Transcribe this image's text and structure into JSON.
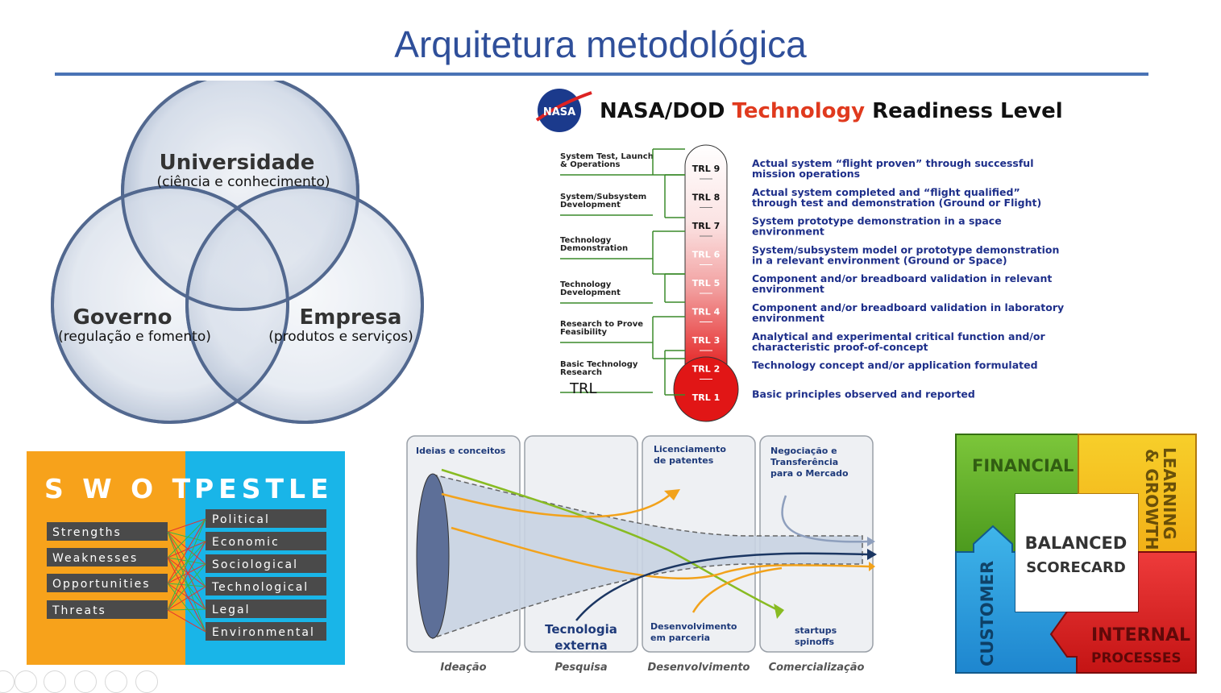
{
  "slide": {
    "title": "Arquitetura metodológica"
  },
  "venn": {
    "circles": [
      {
        "name": "Universidade",
        "sub": "(ciência e conhecimento)"
      },
      {
        "name": "Governo",
        "sub": "(regulação e fomento)"
      },
      {
        "name": "Empresa",
        "sub": "(produtos e serviços)"
      }
    ]
  },
  "trl": {
    "logo_text": "NASA",
    "heading": {
      "part1": "NASA/DOD ",
      "part2": "Technology",
      "part3": " Readiness Level"
    },
    "levels": [
      "TRL 9",
      "TRL 8",
      "TRL 7",
      "TRL 6",
      "TRL 5",
      "TRL 4",
      "TRL 3",
      "TRL 2",
      "TRL 1"
    ],
    "descriptions": [
      [
        "Actual system “flight proven” through successful",
        "mission operations"
      ],
      [
        "Actual system completed and “flight qualified”",
        "through test and demonstration (Ground or Flight)"
      ],
      [
        "System prototype demonstration in a space",
        "environment"
      ],
      [
        "System/subsystem model or prototype demonstration",
        "in a relevant environment (Ground or Space)"
      ],
      [
        "Component and/or breadboard validation in relevant",
        "environment"
      ],
      [
        "Component and/or breadboard validation in laboratory",
        "environment"
      ],
      [
        "Analytical and experimental critical function and/or",
        "characteristic proof-of-concept"
      ],
      [
        "Technology concept and/or application formulated"
      ],
      [
        "Basic principles observed and reported"
      ]
    ],
    "phases": [
      [
        "System Test, Launch",
        "& Operations"
      ],
      [
        "System/Subsystem",
        "Development"
      ],
      [
        "Technology",
        "Demonstration"
      ],
      [
        "Technology",
        "Development"
      ],
      [
        "Research to Prove",
        "Feasibility"
      ],
      [
        "Basic Technology",
        "Research"
      ]
    ],
    "caption": "TRL"
  },
  "swot": {
    "heading": "S W O T",
    "items": [
      "Strengths",
      "Weaknesses",
      "Opportunities",
      "Threats"
    ],
    "colors": {
      "orange": "#f7a21b",
      "blue": "#19b5e8",
      "box": "#4a4a4a"
    }
  },
  "pestle": {
    "heading": "PESTLE",
    "items": [
      "Political",
      "Economic",
      "Sociological",
      "Technological",
      "Legal",
      "Environmental"
    ]
  },
  "funnel": {
    "stages": [
      {
        "label": "Ideias e conceitos"
      },
      {
        "label": ""
      },
      {
        "label": "Licenciamento de patentes"
      },
      {
        "label": "Negociação e Transferência para o Mercado"
      }
    ],
    "stage_titles": [
      "Ideação",
      "Pesquisa",
      "Desenvolvimento",
      "Comercialização"
    ],
    "labels": {
      "tecnologia": "Tecnologia externa",
      "desenvolvimento": "Desenvolvimento em parceria",
      "startups": "startups spinoffs"
    },
    "stage_lines": {
      "stage0": [
        "Ideias e conceitos"
      ],
      "stage2": [
        "Licenciamento",
        "de patentes"
      ],
      "stage3": [
        "Negociação e",
        "Transferência",
        "para o Mercado"
      ],
      "tec": [
        "Tecnologia",
        "externa"
      ],
      "dev": [
        "Desenvolvimento",
        "em parceria"
      ],
      "start": [
        "startups",
        "spinoffs"
      ]
    }
  },
  "bsc": {
    "financial": "FINANCIAL",
    "learning": [
      "LEARNING",
      "& GROWTH"
    ],
    "customer": "CUSTOMER",
    "internal": [
      "INTERNAL",
      "PROCESSES"
    ],
    "center": [
      "BALANCED",
      "SCORECARD"
    ]
  }
}
